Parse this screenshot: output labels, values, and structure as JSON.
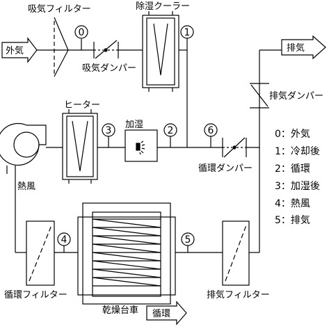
{
  "labels": {
    "intake_filter": "吸気フィルター",
    "dehumid_cooler": "除湿クーラー",
    "outside_air": "外気",
    "intake_damper": "吸気ダンパー",
    "exhaust": "排気",
    "exhaust_damper": "排気ダンパー",
    "heater": "ヒーター",
    "humidify": "加湿",
    "circ_damper": "循環ダンパー",
    "hot_air": "熱風",
    "circ_filter": "循環フィルター",
    "dryer_cart": "乾燥台車",
    "circulation": "循環",
    "exhaust_filter": "排気フィルター"
  },
  "points": {
    "p0": "0",
    "p1": "1",
    "p2": "2",
    "p3": "3",
    "p4": "4",
    "p5": "5",
    "p6": "6"
  },
  "legend": [
    "0：外気",
    "1：冷却後",
    "2：循環",
    "3：加湿後",
    "4：熱風",
    "5：排気"
  ]
}
